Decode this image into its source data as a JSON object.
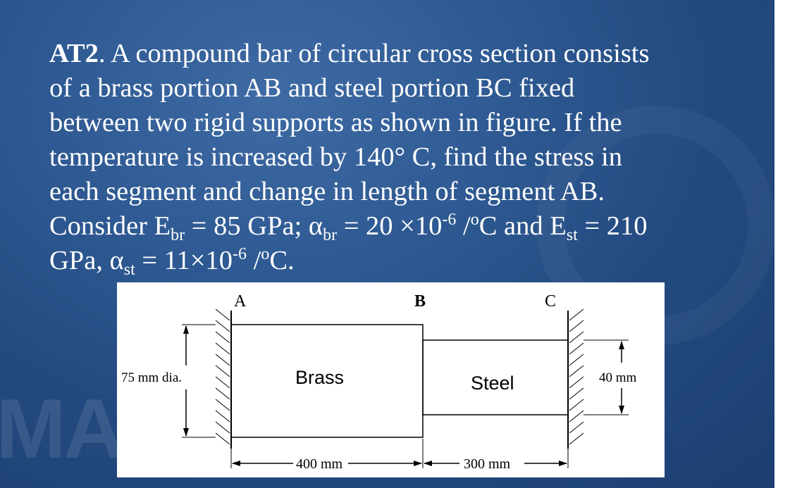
{
  "problem": {
    "tag": "AT2",
    "line1_rest": ". A compound bar of circular cross section consists",
    "line2": "of a brass portion AB and steel portion BC fixed",
    "line3": "between two rigid supports as shown in figure. If the",
    "line4": "temperature is increased by 140° C, find the stress in",
    "line5": "each segment and change in length of segment AB.",
    "line6_a": "Consider E",
    "line6_sub1": "br",
    "line6_b": " = 85 GPa; α",
    "line6_sub2": "br",
    "line6_c": " = 20 ×10",
    "line6_sup1": "-6",
    "line6_d": " /",
    "line6_sup2": "o",
    "line6_e": "C and E",
    "line6_sub3": "st",
    "line6_f": " = 210",
    "line7_a": "GPa, α",
    "line7_sub": "st",
    "line7_b": " = 11×10",
    "line7_sup1": "-6",
    "line7_c": " /",
    "line7_sup2": "o",
    "line7_d": "C."
  },
  "figure": {
    "point_a": "A",
    "point_b": "B",
    "point_c": "C",
    "brass_label": "Brass",
    "steel_label": "Steel",
    "dia_brass": "75 mm dia.",
    "dia_steel": "40 mm",
    "len_ab": "400 mm",
    "len_bc": "300 mm"
  },
  "watermark": "MA"
}
